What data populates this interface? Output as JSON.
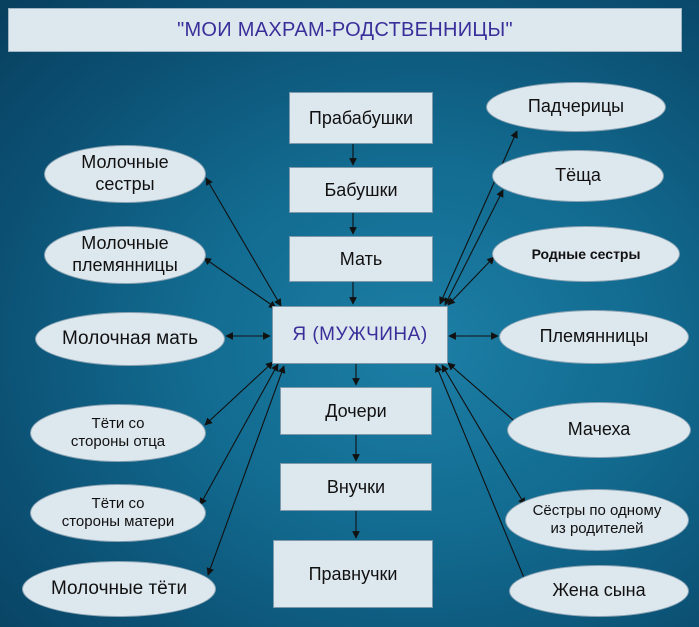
{
  "title": "\"МОИ МАХРАМ-РОДСТВЕННИЦЫ\"",
  "center": "Я (МУЖЧИНА)",
  "chain_up": [
    "Прабабушки",
    "Бабушки",
    "Мать"
  ],
  "chain_down": [
    "Дочери",
    "Внучки",
    "Правнучки"
  ],
  "left_nodes": [
    {
      "line1": "Молочные",
      "line2": "сестры"
    },
    {
      "line1": "Молочные",
      "line2": "племянницы"
    },
    {
      "line1": "Молочная мать",
      "line2": ""
    },
    {
      "line1": "Тёти со",
      "line2": "стороны отца"
    },
    {
      "line1": "Тёти со",
      "line2": "стороны матери"
    },
    {
      "line1": "Молочные тёти",
      "line2": ""
    }
  ],
  "right_nodes": [
    {
      "line1": "Падчерицы",
      "line2": ""
    },
    {
      "line1": "Тёща",
      "line2": ""
    },
    {
      "line1": "Родные сестры",
      "line2": ""
    },
    {
      "line1": "Племянницы",
      "line2": ""
    },
    {
      "line1": "Мачеха",
      "line2": ""
    },
    {
      "line1": "Сёстры по одному",
      "line2": "из родителей"
    },
    {
      "line1": "Жена сына",
      "line2": ""
    }
  ]
}
